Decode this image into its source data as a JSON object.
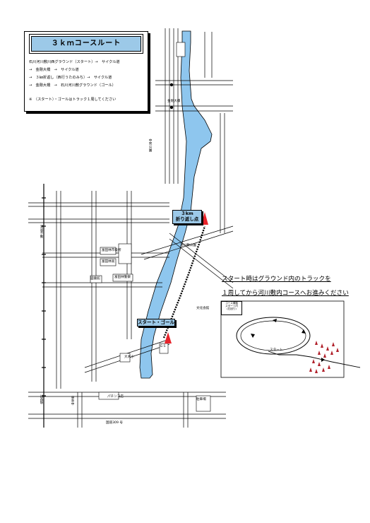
{
  "route_box": {
    "title": "３ｋｍコースルート",
    "lines": [
      "石川河川敷川西グラウンド（スタート）→　サイクル道",
      "→　金剛大橋　→　サイクル道",
      "→　３㎞折返し（西行うたのみち）→　サイクル道",
      "→　金剛大橋　→　石川河川敷グラウンド（ゴール）",
      "※　（スタート）・ゴールはトラック１周してください"
    ]
  },
  "callouts": {
    "turnaround": [
      "３km",
      "折り返し点"
    ],
    "start_goal": "スタート・ゴール"
  },
  "instructions": [
    "スタート時はグラウンド内のトラックを",
    "１周してから河川敷内コースへお進みください"
  ],
  "track_legend": [
    "コース順路",
    "スタート内",
    "(右回り)"
  ],
  "track_start_label": "スタート",
  "map_labels": {
    "national_route": "国道309 号",
    "kongo_bridge": "金剛大橋",
    "higashi_hs": "東条中",
    "chuo_park": "中央公園",
    "tondabayashi_city": "富田林市役所",
    "tondabayashi_hs": "富田林高",
    "hamlet_school": "大木小",
    "pachinko": "パチンコ店",
    "station_a": "川西駅",
    "station_b": "滝谷不動",
    "gas_station": "ＧＳ",
    "parking": "駐車場",
    "culture_center": "文化会館",
    "police": "富田林警察",
    "library": "図書館",
    "riverside_park": "河川敷公園"
  },
  "colors": {
    "river": "#8ec6ee",
    "callout_fill": "#9cc9e8",
    "marker_red": "#e8242b",
    "cones": "#b0202a"
  }
}
